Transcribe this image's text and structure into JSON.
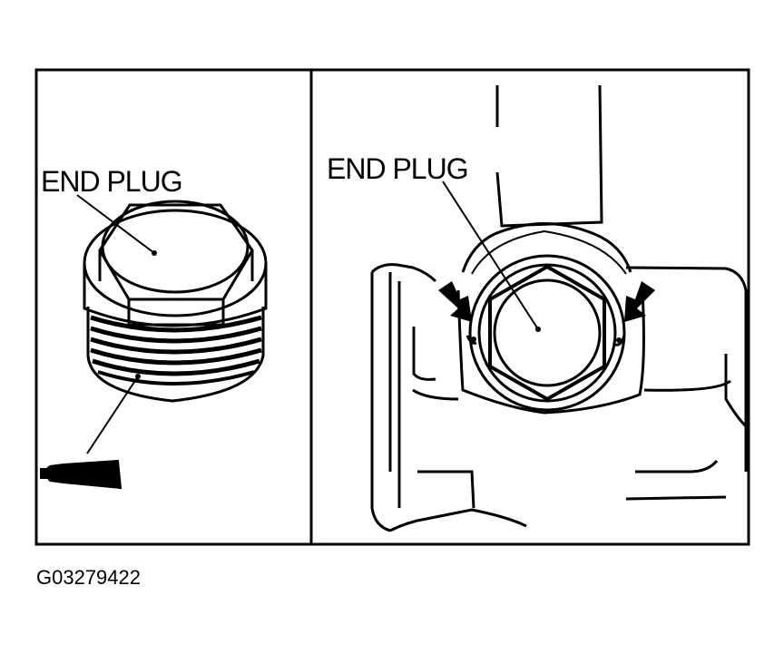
{
  "panels": {
    "left": {
      "label": "END PLUG"
    },
    "right": {
      "label": "END PLUG"
    }
  },
  "figure_id": "G03279422",
  "colors": {
    "ink": "#000000",
    "paper": "#ffffff"
  }
}
